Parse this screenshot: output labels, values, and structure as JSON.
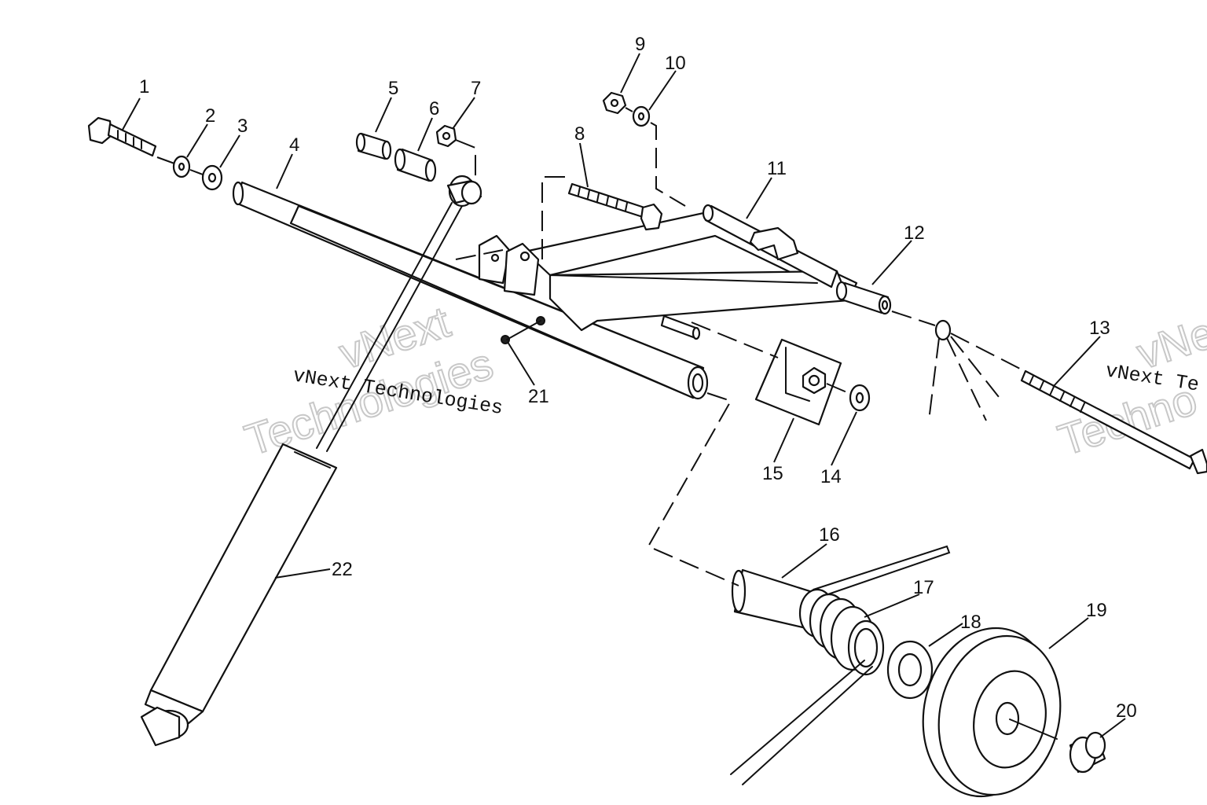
{
  "callouts": [
    {
      "id": "1",
      "label": "1"
    },
    {
      "id": "2",
      "label": "2"
    },
    {
      "id": "3",
      "label": "3"
    },
    {
      "id": "4",
      "label": "4"
    },
    {
      "id": "5",
      "label": "5"
    },
    {
      "id": "6",
      "label": "6"
    },
    {
      "id": "7",
      "label": "7"
    },
    {
      "id": "8",
      "label": "8"
    },
    {
      "id": "9",
      "label": "9"
    },
    {
      "id": "10",
      "label": "10"
    },
    {
      "id": "11",
      "label": "11"
    },
    {
      "id": "12",
      "label": "12"
    },
    {
      "id": "13",
      "label": "13"
    },
    {
      "id": "14",
      "label": "14"
    },
    {
      "id": "15",
      "label": "15"
    },
    {
      "id": "16",
      "label": "16"
    },
    {
      "id": "17",
      "label": "17"
    },
    {
      "id": "18",
      "label": "18"
    },
    {
      "id": "19",
      "label": "19"
    },
    {
      "id": "20",
      "label": "20"
    },
    {
      "id": "21",
      "label": "21"
    },
    {
      "id": "22",
      "label": "22"
    }
  ],
  "watermark": {
    "left_line": "vNext Technologies",
    "left_outline_1": "vNext",
    "left_outline_2": "Technologies",
    "right_line": "vNext Te",
    "right_outline_1": "vNe",
    "right_outline_2": "Techno"
  },
  "colors": {
    "ink": "#111111",
    "background": "#ffffff",
    "watermark_outline": "#c8c8c8"
  }
}
